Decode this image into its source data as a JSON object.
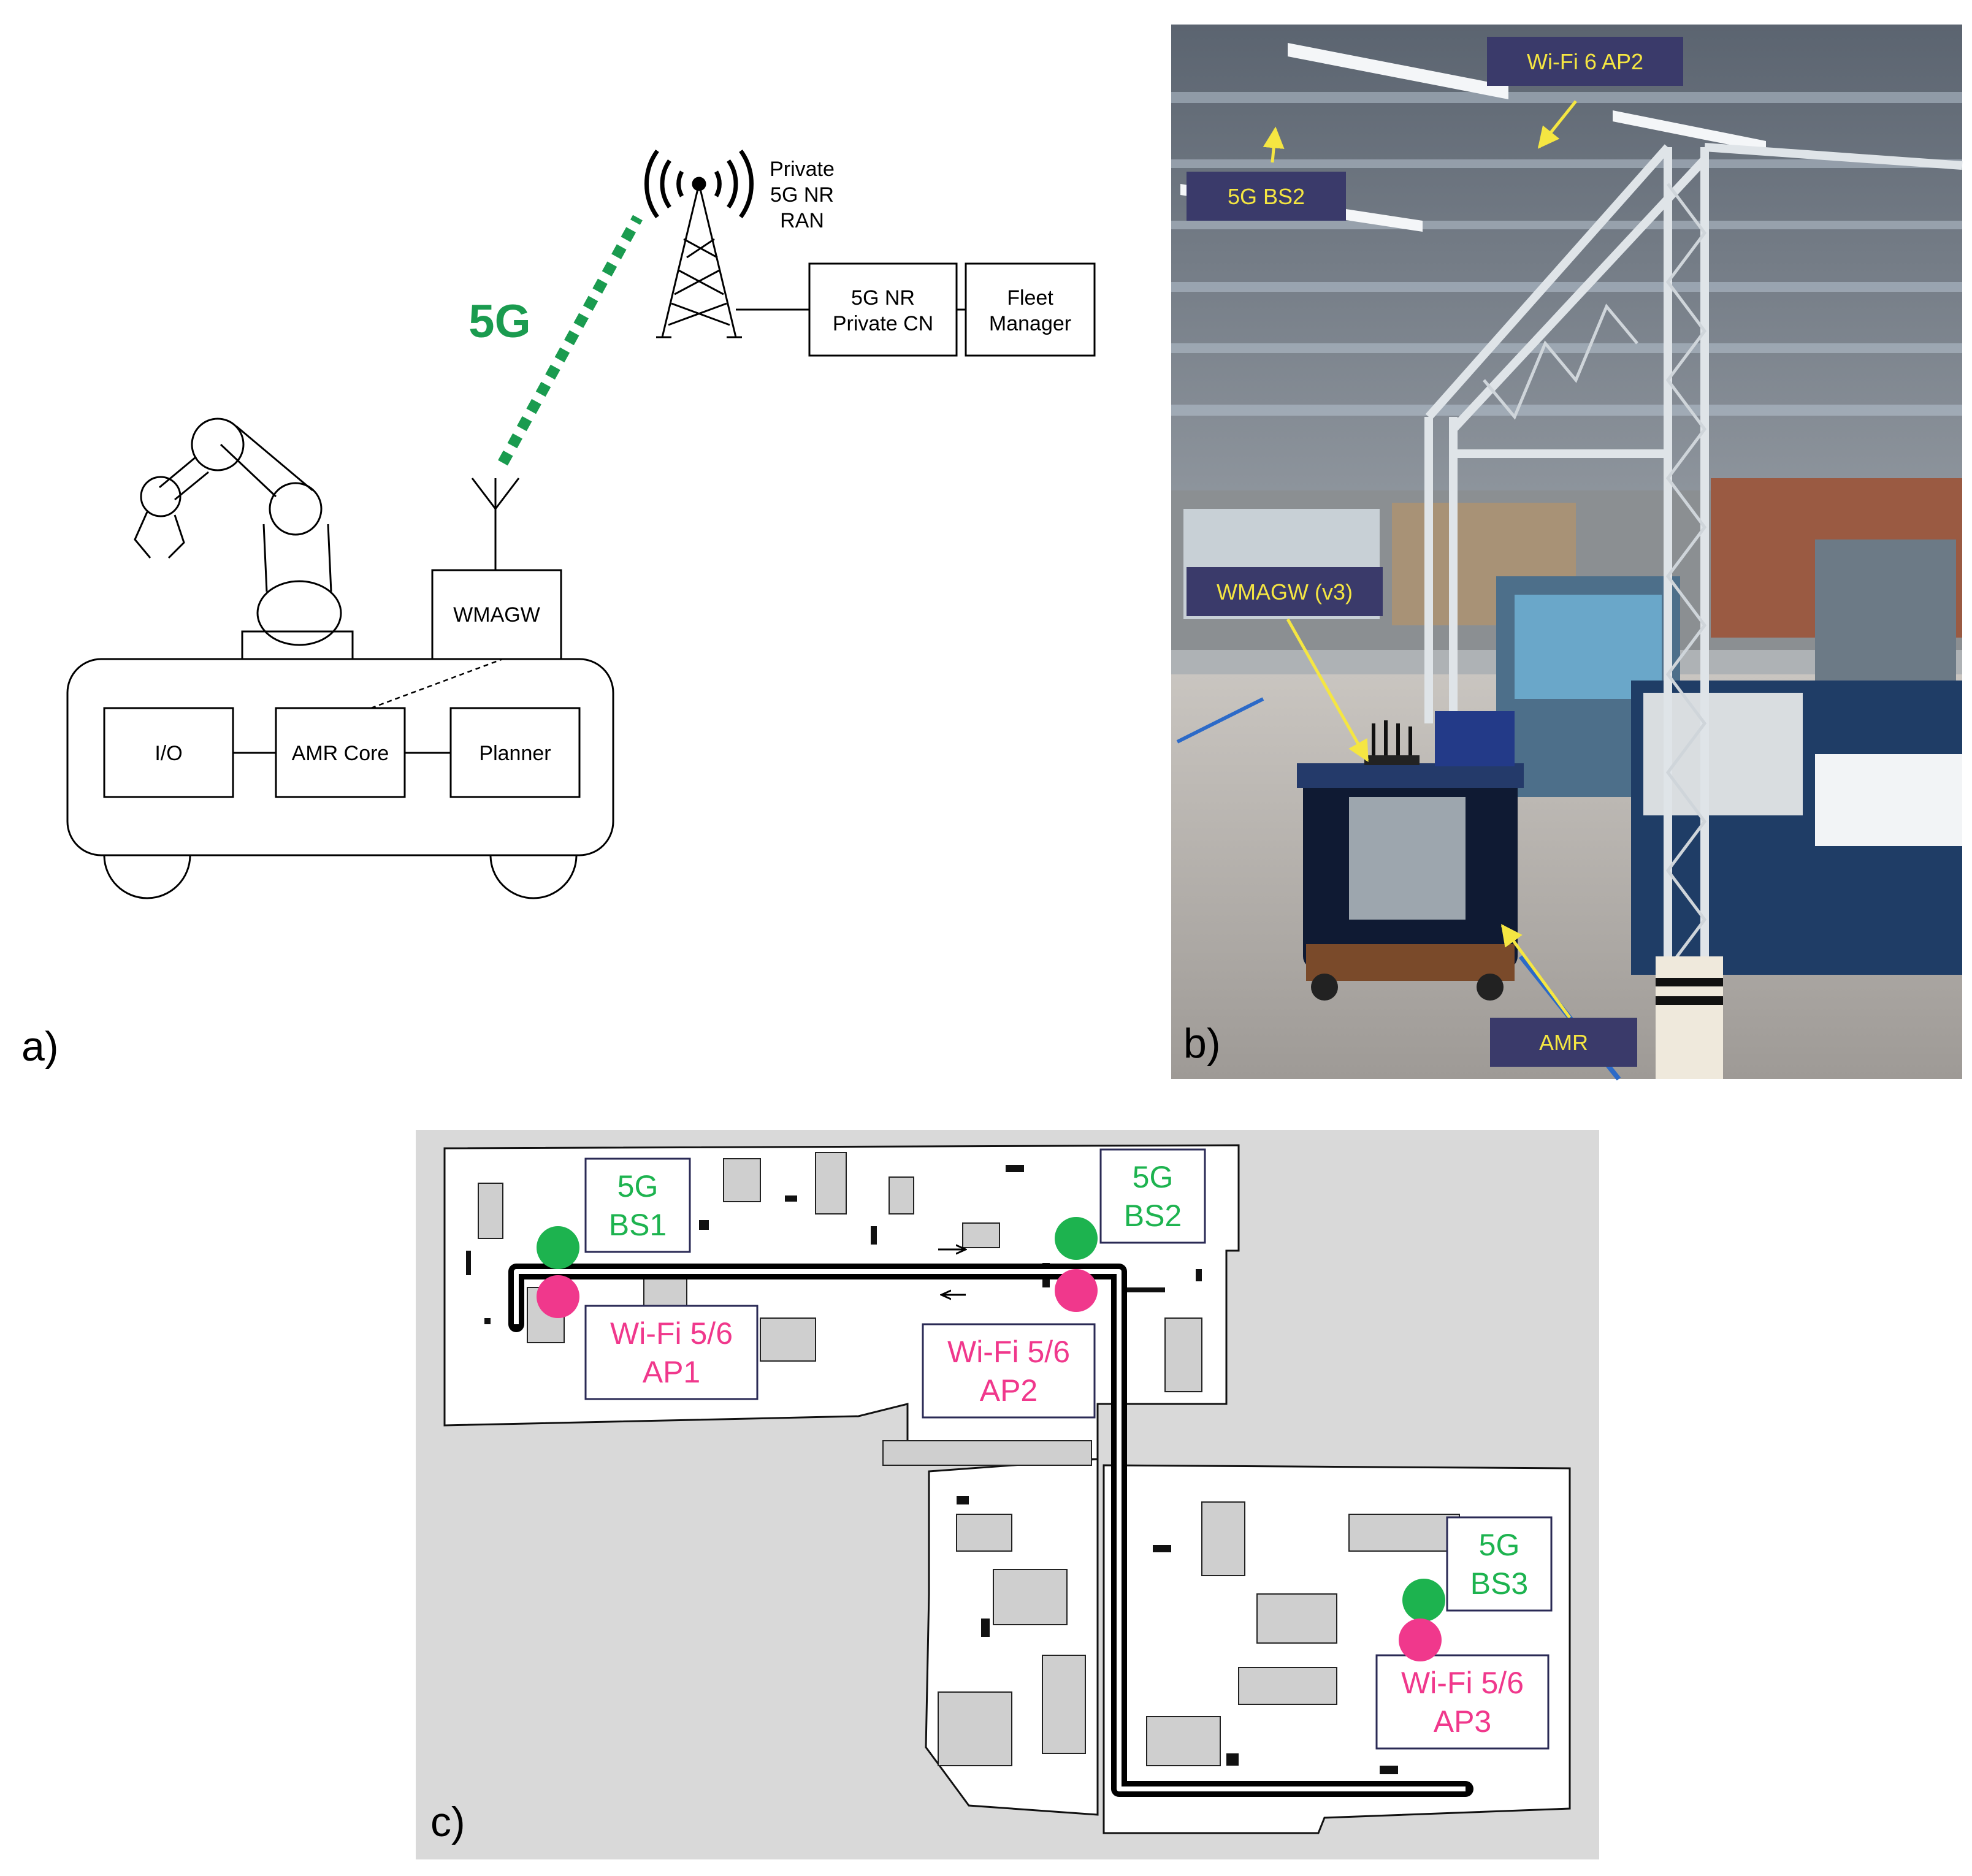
{
  "panel_a": {
    "label": "a)",
    "link_label": "5G",
    "ran_label_lines": [
      "Private",
      "5G NR",
      "RAN"
    ],
    "core_lines": [
      "5G NR",
      "Private CN"
    ],
    "fleet_lines": [
      "Fleet",
      "Manager"
    ],
    "wmagw": "WMAGW",
    "io": "I/O",
    "amr_core": "AMR Core",
    "planner": "Planner",
    "colors": {
      "link": "#1a9b4f",
      "stroke": "#000000"
    }
  },
  "panel_b": {
    "label": "b)",
    "tags": {
      "wifi_ap2": "Wi-Fi 6 AP2",
      "bs2": "5G BS2",
      "wmagw": "WMAGW (v3)",
      "amr": "AMR"
    },
    "colors": {
      "tag_bg": "#3a3a6a",
      "tag_text": "#f5e642",
      "arrow": "#f5e642"
    }
  },
  "panel_c": {
    "label": "c)",
    "bs1": [
      "5G",
      "BS1"
    ],
    "bs2": [
      "5G",
      "BS2"
    ],
    "bs3": [
      "5G",
      "BS3"
    ],
    "ap1": [
      "Wi-Fi 5/6",
      "AP1"
    ],
    "ap2": [
      "Wi-Fi 5/6",
      "AP2"
    ],
    "ap3": [
      "Wi-Fi 5/6",
      "AP3"
    ],
    "colors": {
      "bs": "#1db34f",
      "ap": "#f0388c",
      "route": "#000000",
      "bg": "#d9d9d9"
    }
  }
}
